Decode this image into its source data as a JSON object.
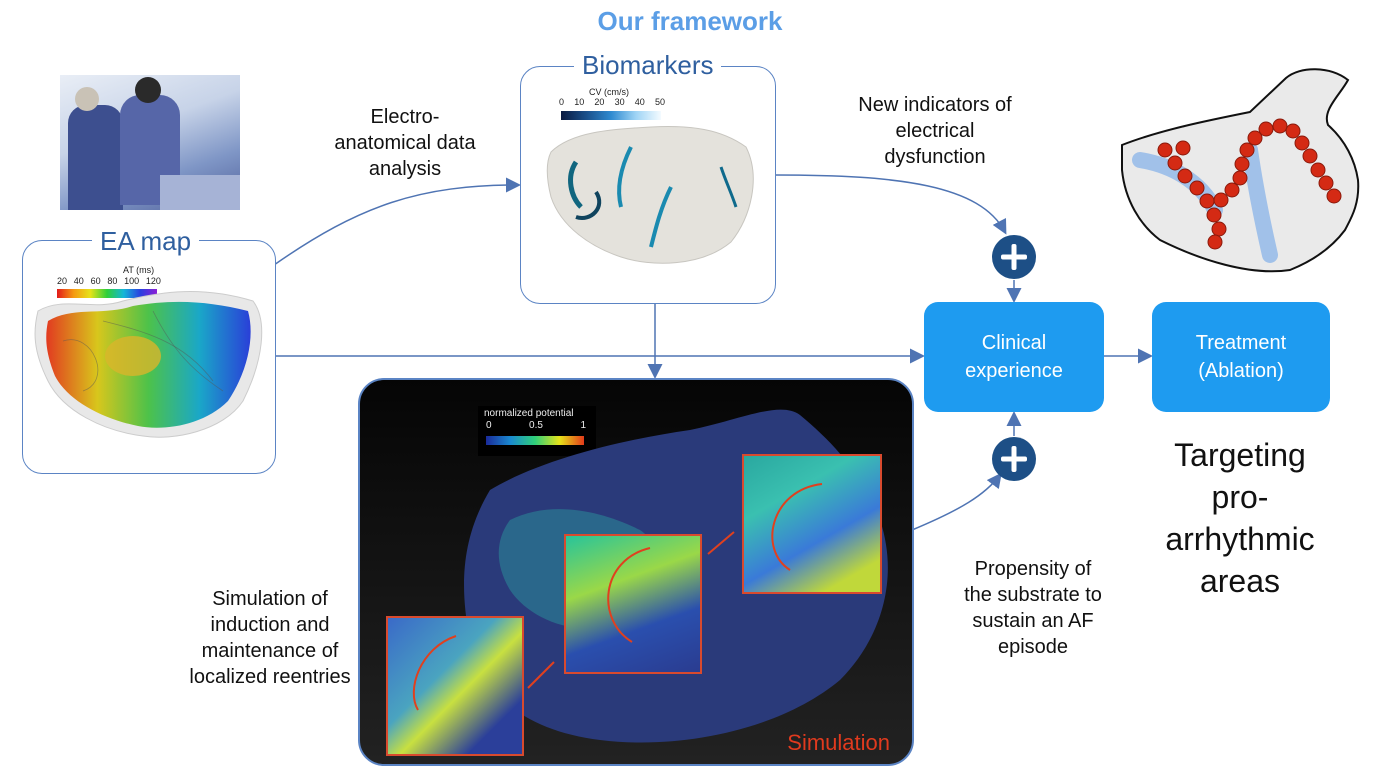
{
  "framework_title": "Our framework",
  "panels": {
    "ea_map": {
      "title": "EA map",
      "colorbar_title": "AT (ms)",
      "ticks": [
        "20",
        "40",
        "60",
        "80",
        "100",
        "120"
      ]
    },
    "biomarkers": {
      "title": "Biomarkers",
      "colorbar_title": "CV (cm/s)",
      "ticks": [
        "0",
        "10",
        "20",
        "30",
        "40",
        "50"
      ]
    },
    "simulation": {
      "title": "Simulation",
      "colorbar_title": "normalized potential",
      "ticks": [
        "0",
        "0.5",
        "1"
      ]
    }
  },
  "labels": {
    "ea_analysis": "Electro-\nanatomical data\nanalysis",
    "new_indicators": "New indicators of\nelectrical\ndysfunction",
    "propensity": "Propensity of\nthe substrate to\nsustain an AF\nepisode",
    "simulation_desc": "Simulation of\ninduction and\nmaintenance of\nlocalized reentries",
    "targeting": "Targeting\npro-arrhythmic\nareas"
  },
  "boxes": {
    "clinical": "Clinical\nexperience",
    "treatment": "Treatment\n(Ablation)"
  },
  "colors": {
    "accent": "#1e9bf0",
    "panel_border": "#5b84c4",
    "plus": "#1d4f86",
    "sim_title": "#e03a1e"
  }
}
